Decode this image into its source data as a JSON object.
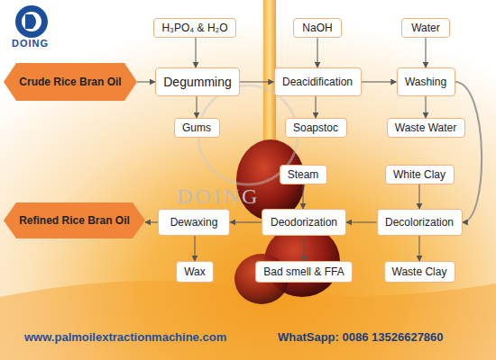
{
  "diagram": {
    "nodes": [
      {
        "text": [
          "H₃PO₄ & H₂O"
        ]
      },
      {
        "text": [
          "NaOH"
        ]
      },
      {
        "text": [
          "Water"
        ]
      },
      {
        "text": [
          "Crude Rice Bran Oil"
        ]
      },
      {
        "text": [
          "Degumming"
        ]
      },
      {
        "text": [
          "Deacidification"
        ]
      },
      {
        "text": [
          "Washing"
        ]
      },
      {
        "text": [
          "Gums"
        ]
      },
      {
        "text": [
          "Soapstoc"
        ]
      },
      {
        "text": [
          "Waste Water"
        ]
      },
      {
        "text": [
          "Steam"
        ]
      },
      {
        "text": [
          "White Clay"
        ]
      },
      {
        "text": [
          "Refined Rice Bran Oil"
        ]
      },
      {
        "text": [
          "Dewaxing"
        ]
      },
      {
        "text": [
          "Deodorization"
        ]
      },
      {
        "text": [
          "Decolorization"
        ]
      },
      {
        "text": [
          "Wax"
        ]
      },
      {
        "text": [
          "Bad smell & FFA"
        ]
      },
      {
        "text": [
          "Waste Clay"
        ]
      }
    ],
    "edges": [
      {
        "from": 0,
        "to": 4,
        "arrow": "to"
      },
      {
        "from": 1,
        "to": 5,
        "arrow": "to"
      },
      {
        "from": 2,
        "to": 6,
        "arrow": "to"
      },
      {
        "from": 3,
        "to": 4,
        "arrow": "to"
      },
      {
        "from": 4,
        "to": 5,
        "arrow": "to"
      },
      {
        "from": 5,
        "to": 6,
        "arrow": "to"
      },
      {
        "from": 4,
        "to": 7,
        "arrow": "to"
      },
      {
        "from": 5,
        "to": 8,
        "arrow": "to"
      },
      {
        "from": 6,
        "to": 9,
        "arrow": "to"
      },
      {
        "from": 6,
        "to": 15,
        "arrow": "to"
      },
      {
        "from": 11,
        "to": 15,
        "arrow": "to"
      },
      {
        "from": 15,
        "to": 14,
        "arrow": "to"
      },
      {
        "from": 10,
        "to": 14,
        "arrow": "to"
      },
      {
        "from": 14,
        "to": 13,
        "arrow": "to"
      },
      {
        "from": 13,
        "to": 12,
        "arrow": "to"
      },
      {
        "from": 13,
        "to": 16,
        "arrow": "to"
      },
      {
        "from": 14,
        "to": 17,
        "arrow": "to"
      },
      {
        "from": 15,
        "to": 18,
        "arrow": "to"
      }
    ],
    "labels": [
      "DOING",
      "DOING",
      "www.palmoilextractionmachine.com",
      "WhatSapp: 0086 13526627860"
    ]
  }
}
